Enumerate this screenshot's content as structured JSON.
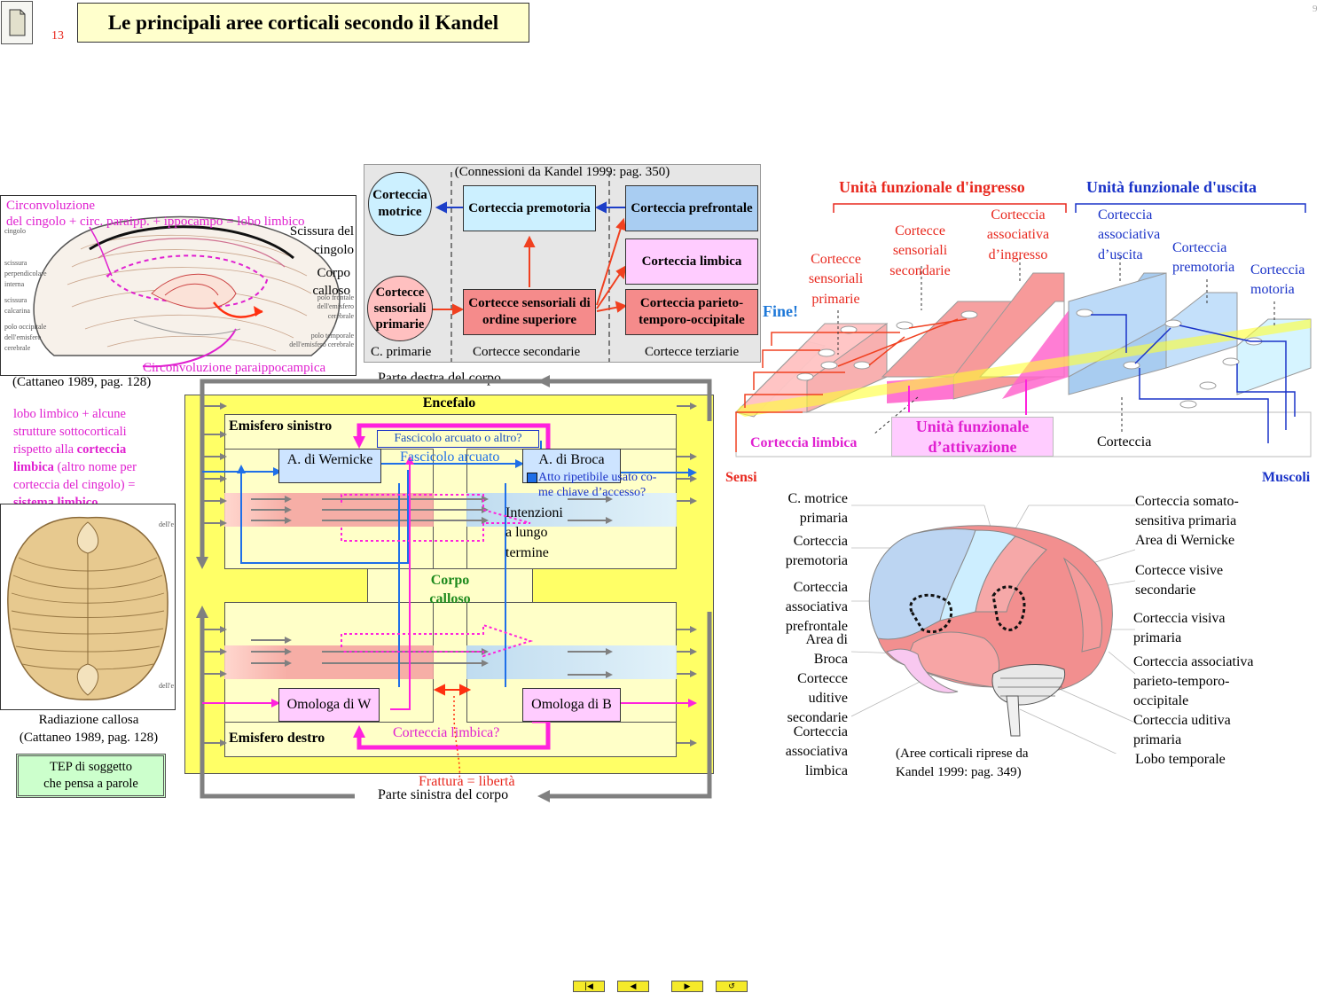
{
  "header": {
    "slide_number": "13",
    "title": "Le principali aree corticali secondo il Kandel",
    "page_number": "9"
  },
  "left_panel": {
    "limbic_caption_1": "Circonvoluzione",
    "limbic_caption_2": "del cingolo + circ. paraipp. + ippocampo = lobo limbico",
    "label_scissura_1": "Scissura del",
    "label_scissura_2": "cingolo",
    "label_corpo_1": "Corpo",
    "label_corpo_2": "calloso",
    "label_paraipp": "Circonvoluzione paraippocampica",
    "source_1": "(Cattaneo 1989, pag. 128)",
    "limbic_text_1": "lobo limbico + alcune",
    "limbic_text_2": "strutture sottocorticali",
    "limbic_text_3a": "rispetto alla ",
    "limbic_text_3b": "corteccia",
    "limbic_text_4a": "limbica",
    "limbic_text_4b": " (altro nome per",
    "limbic_text_5": "corteccia del cingolo) =",
    "limbic_text_6": "sistema limbico",
    "radiazione": "Radiazione callosa",
    "source_2": "(Cattaneo 1989, pag. 128)",
    "tep_button_1": "TEP di soggetto",
    "tep_button_2": "che pensa a parole",
    "tiny_left": [
      "cingolo",
      "scissura",
      "perpendicolare",
      "interna",
      "scissura",
      "calcarina",
      "polo occipitale",
      "dell'emisfero",
      "cerebrale"
    ],
    "tiny_right": [
      "polo frontale",
      "dell'emisfero",
      "cerebrale",
      "polo temporale",
      "dell'emisfero cerebrale"
    ],
    "tiny_callosa": [
      "dell'e",
      "dell'e"
    ]
  },
  "connections": {
    "caption": "(Connessioni da Kandel 1999: pag. 350)",
    "motrice": "Corteccia motrice",
    "premotoria": "Corteccia premotoria",
    "prefrontale": "Corteccia prefrontale",
    "limbica": "Corteccia limbica",
    "sensoriali_primarie": "Cortecce sensoriali primarie",
    "sensoriali_superiore": "Cortecce sensoriali di ordine superiore",
    "parieto": "Corteccia parieto-temporo-occipitale",
    "col_primarie": "C. primarie",
    "col_secondarie": "Cortecce secondarie",
    "col_terziarie": "Cortecce terziarie"
  },
  "encefalo": {
    "top_label": "Parte destra del corpo",
    "bottom_label": "Parte sinistra del corpo",
    "title": "Encefalo",
    "emisfero_sinistro": "Emisfero sinistro",
    "emisfero_destro": "Emisfero destro",
    "fascicolo_q": "Fascicolo arcuato o altro?",
    "wernicke": "A. di Wernicke",
    "fascicolo": "Fascicolo arcuato",
    "broca": "A. di Broca",
    "atto": "Atto ripetibile usato co-",
    "atto2": "me chiave d’accesso?",
    "intenzioni_1": "Intenzioni",
    "intenzioni_2": "a lungo",
    "intenzioni_3": "termine",
    "corpo_calloso_1": "Corpo",
    "corpo_calloso_2": "calloso",
    "omologa_w": "Omologa di W",
    "omologa_b": "Omologa di B",
    "limbica_q": "Corteccia limbica?",
    "frattura": "Frattura = libertà"
  },
  "units": {
    "ingresso": "Unità funzionale d'ingresso",
    "uscita": "Unità funzionale d'uscita",
    "sens_primarie": [
      "Cortecce",
      "sensoriali",
      "primarie"
    ],
    "sens_secondarie": [
      "Cortecce",
      "sensoriali",
      "secondarie"
    ],
    "assoc_ingresso": [
      "Corteccia",
      "associativa",
      "d’ingresso"
    ],
    "assoc_uscita": [
      "Corteccia",
      "associativa",
      "d’uscita"
    ],
    "premotoria": [
      "Corteccia",
      "premotoria"
    ],
    "motoria": [
      "Corteccia",
      "motoria"
    ],
    "fine": "Fine!",
    "limbica": "Corteccia limbica",
    "attivazione_1": "Unità funzionale",
    "attivazione_2": "d’attivazione",
    "corteccia": "Corteccia",
    "sensi": "Sensi",
    "muscoli": "Muscoli"
  },
  "brain": {
    "left_labels": [
      [
        "C. motrice",
        "primaria"
      ],
      [
        "Corteccia",
        "premotoria"
      ],
      [
        "Corteccia",
        "associativa",
        "prefrontale"
      ],
      [
        "Area di",
        "Broca"
      ],
      [
        "Cortecce",
        "uditive",
        "secondarie"
      ],
      [
        "Corteccia",
        "associativa",
        "limbica"
      ]
    ],
    "right_labels": [
      [
        "Corteccia somato-",
        "sensitiva primaria"
      ],
      [
        "Area di Wernicke"
      ],
      [
        "Cortecce visive",
        "secondarie"
      ],
      [
        "Corteccia visiva",
        "primaria"
      ],
      [
        "Corteccia associativa",
        "parieto-temporo-",
        "occipitale"
      ],
      [
        "Corteccia uditiva",
        "primaria"
      ],
      [
        "Lobo temporale"
      ]
    ],
    "source_1": "(Aree corticali riprese da",
    "source_2": "Kandel 1999: pag. 349)"
  },
  "nav": {
    "first": "|◀",
    "prev": "◀",
    "next": "▶",
    "return": "↺"
  }
}
